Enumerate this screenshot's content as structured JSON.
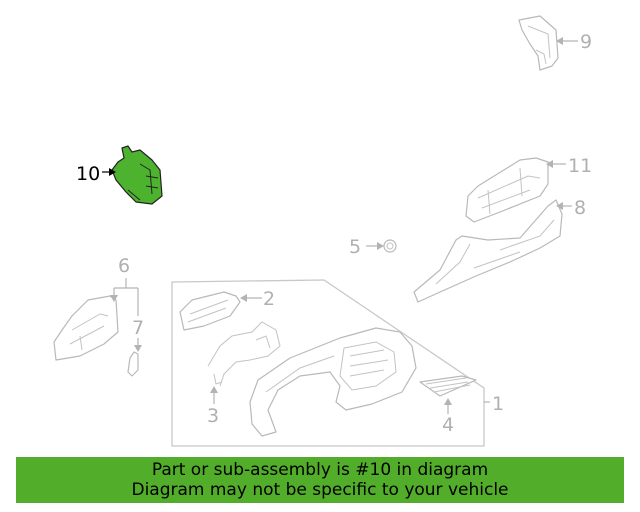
{
  "diagram": {
    "highlight_part": "10",
    "highlight_color": "#4db32e",
    "callouts": [
      "1",
      "2",
      "3",
      "4",
      "5",
      "6",
      "7",
      "8",
      "9",
      "10",
      "11"
    ]
  },
  "banner": {
    "line1": "Part or sub-assembly is #10 in diagram",
    "line2": "Diagram may not be specific to your vehicle",
    "color": "#52ad2a"
  }
}
